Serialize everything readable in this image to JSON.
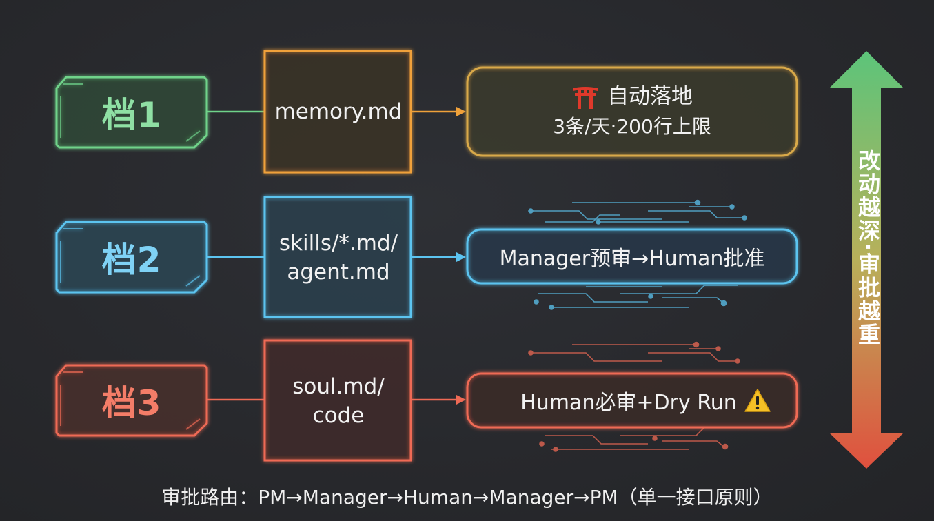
{
  "tiers": [
    {
      "label": "档1",
      "file": "memory.md",
      "color": "#6fd38a",
      "result_icon": "torii-gate-icon",
      "result_title": "自动落地",
      "result_sub": "3条/天·200行上限"
    },
    {
      "label": "档2",
      "file": "skills/*.md/\nagent.md",
      "color": "#5cc4f0",
      "result_title": "Manager预审→Human批准"
    },
    {
      "label": "档3",
      "file": "soul.md/\ncode",
      "color": "#ef6a55",
      "result_title": "Human必审+Dry Run",
      "result_icon": "warning-icon"
    }
  ],
  "colors": {
    "file_box_1": "#f0a13a",
    "file_box_2": "#5cc4f0",
    "file_box_3": "#ef6a55",
    "arrow_top": "#6fd38a",
    "arrow_bottom": "#e0503e"
  },
  "side_label": "改动越深·审批越重",
  "footer": "审批路由：PM→Manager→Human→Manager→PM（单一接口原则）"
}
